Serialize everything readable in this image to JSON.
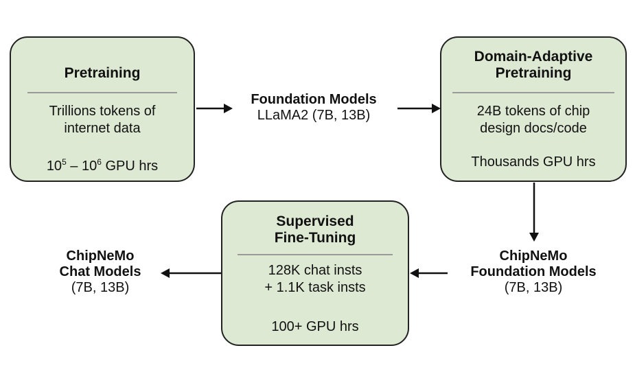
{
  "pretraining": {
    "title": "Pretraining",
    "body": [
      "Trillions tokens of",
      "internet data"
    ],
    "gpu": {
      "base1": "10",
      "exp1": "5",
      "sep": " – ",
      "base2": "10",
      "exp2": "6",
      "unit": " GPU hrs"
    }
  },
  "foundation_models": {
    "title": "Foundation Models",
    "detail": "LLaMA2 (7B, 13B)"
  },
  "dapt": {
    "title": [
      "Domain-Adaptive",
      "Pretraining"
    ],
    "body": [
      "24B tokens of chip",
      "design docs/code"
    ],
    "gpu": "Thousands GPU hrs"
  },
  "chipnemo_foundation": {
    "title": [
      "ChipNeMo",
      "Foundation Models"
    ],
    "detail": "(7B, 13B)"
  },
  "sft": {
    "title": [
      "Supervised",
      "Fine-Tuning"
    ],
    "body": [
      "128K chat insts",
      "+ 1.1K task insts"
    ],
    "gpu": "100+ GPU hrs"
  },
  "chipnemo_chat": {
    "title": [
      "ChipNeMo",
      "Chat Models"
    ],
    "detail": "(7B, 13B)"
  },
  "colors": {
    "box_fill": "#dde9d3",
    "border": "#222222",
    "rule": "#9a9a9a",
    "arrow": "#111111"
  }
}
